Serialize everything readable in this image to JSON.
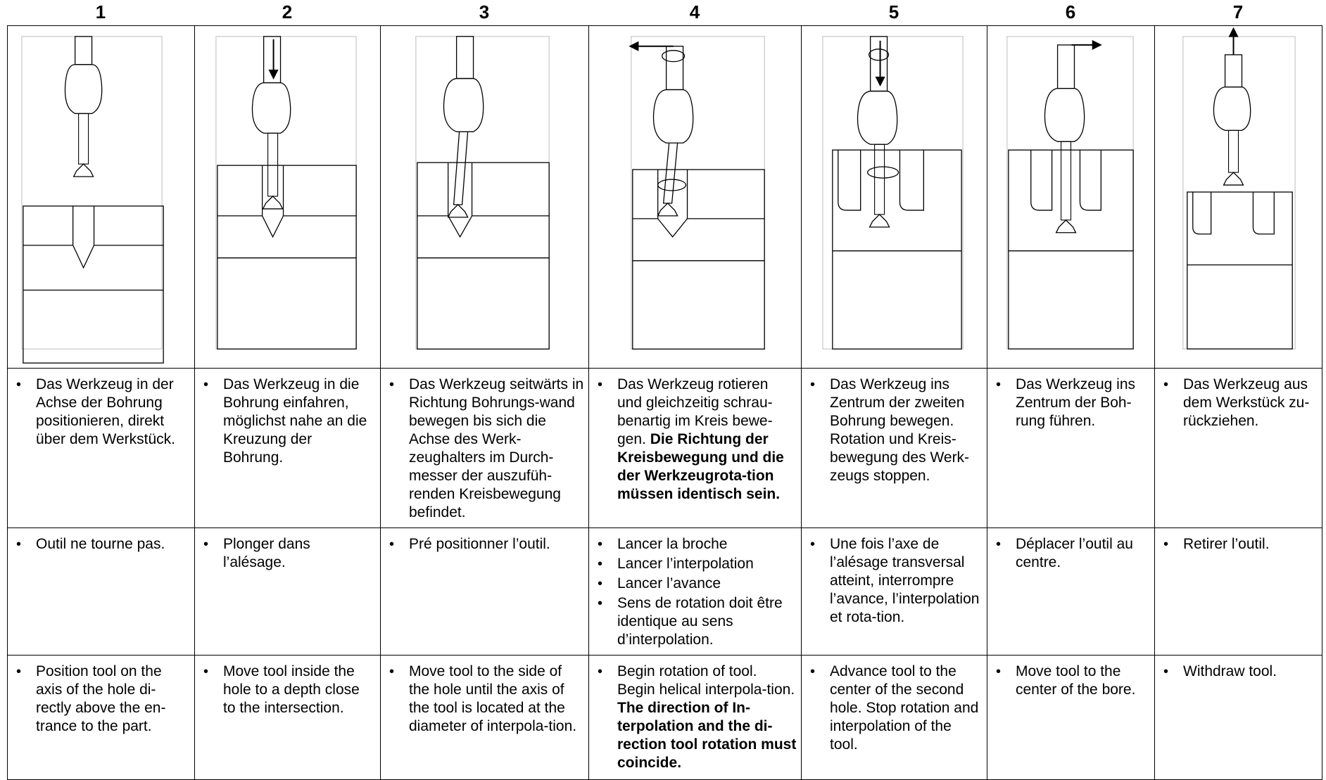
{
  "columns": [
    "1",
    "2",
    "3",
    "4",
    "5",
    "6",
    "7"
  ],
  "german": [
    {
      "items": [
        {
          "text": "Das Werkzeug in der Achse der Bohrung positionieren, direkt über dem Werkstück."
        }
      ]
    },
    {
      "items": [
        {
          "text": "Das Werkzeug in die Bohrung einfahren, möglichst nahe an die Kreuzung der Bohrung."
        }
      ]
    },
    {
      "items": [
        {
          "text": "Das Werkzeug seitwärts in Richtung Bohrungs-wand bewegen bis sich die Achse des Werk-zeughalters im Durch-messer der auszufüh-renden Kreisbewegung befindet."
        }
      ]
    },
    {
      "items": [
        {
          "text": "Das Werkzeug rotieren und gleichzeitig schrau-benartig im Kreis bewe-gen.",
          "bold": "Die Richtung der Kreisbewegung und die der Werkzeugrota-tion müssen identisch sein."
        }
      ]
    },
    {
      "items": [
        {
          "text": "Das Werkzeug ins Zentrum der zweiten Bohrung bewegen. Rotation und Kreis-bewegung des Werk-zeugs stoppen."
        }
      ]
    },
    {
      "items": [
        {
          "text": "Das Werkzeug ins Zentrum der Boh-rung führen."
        }
      ]
    },
    {
      "items": [
        {
          "text": "Das Werkzeug aus dem Werkstück zu-rückziehen."
        }
      ]
    }
  ],
  "french": [
    {
      "items": [
        {
          "text": "Outil ne tourne pas."
        }
      ]
    },
    {
      "items": [
        {
          "text": "Plonger dans l’alésage."
        }
      ]
    },
    {
      "items": [
        {
          "text": "Pré positionner l’outil."
        }
      ]
    },
    {
      "items": [
        {
          "text": "Lancer la broche"
        },
        {
          "text": "Lancer l’interpolation"
        },
        {
          "text": "Lancer l’avance"
        },
        {
          "text": "Sens de rotation doit être identique au sens d’interpolation."
        }
      ]
    },
    {
      "items": [
        {
          "text": "Une fois l’axe de l’alésage transversal atteint, interrompre l’avance, l’interpolation et rota-tion."
        }
      ]
    },
    {
      "items": [
        {
          "text": "Déplacer l’outil au centre."
        }
      ]
    },
    {
      "items": [
        {
          "text": "Retirer l’outil."
        }
      ]
    }
  ],
  "english": [
    {
      "items": [
        {
          "text": "Position tool on the axis of the hole di-rectly above the en-trance to the part."
        }
      ]
    },
    {
      "items": [
        {
          "text": "Move tool inside the hole to a depth close to the intersection."
        }
      ]
    },
    {
      "items": [
        {
          "text": "Move tool to the side of the hole until the axis of the tool is located at the diameter of interpola-tion."
        }
      ]
    },
    {
      "items": [
        {
          "text": "Begin rotation of tool. Begin helical interpola-tion.",
          "bold": "The direction of In-terpolation and the di-rection tool rotation must coincide."
        }
      ]
    },
    {
      "items": [
        {
          "text": "Advance tool to the center of the second hole. Stop rotation and interpolation of the tool."
        }
      ]
    },
    {
      "items": [
        {
          "text": "Move tool to the center of the bore."
        }
      ]
    },
    {
      "items": [
        {
          "text": "Withdraw tool."
        }
      ]
    }
  ]
}
